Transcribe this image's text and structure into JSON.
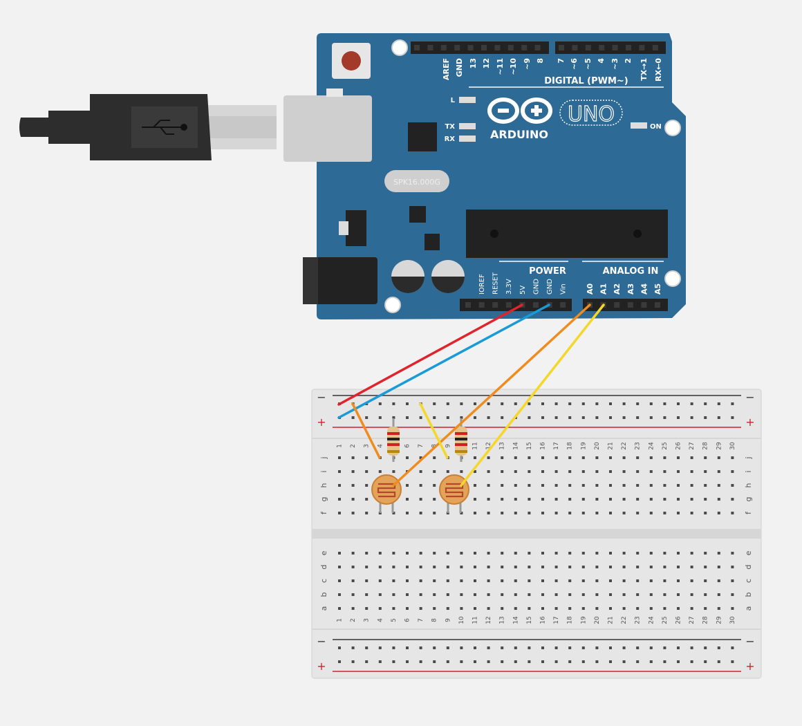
{
  "board": {
    "brand": "ARDUINO",
    "model": "UNO",
    "digital_label": "DIGITAL (PWM~)",
    "power_label": "POWER",
    "analog_label": "ANALOG IN",
    "on_label": "ON",
    "led_l": "L",
    "led_tx": "TX",
    "led_rx": "RX",
    "crystal_label": "SPK16.000G",
    "digital_pins": [
      "AREF",
      "GND",
      "13",
      "12",
      "~11",
      "~10",
      "~9",
      "8",
      "7",
      "~6",
      "~5",
      "4",
      "~3",
      "2",
      "TX→1",
      "RX←0"
    ],
    "power_pins": [
      "IOREF",
      "RESET",
      "3.3V",
      "5V",
      "GND",
      "GND",
      "Vin"
    ],
    "analog_pins": [
      "A0",
      "A1",
      "A2",
      "A3",
      "A4",
      "A5"
    ]
  },
  "breadboard": {
    "minus": "−",
    "plus": "+",
    "top_rows": [
      "j",
      "i",
      "h",
      "g",
      "f"
    ],
    "bottom_rows": [
      "e",
      "d",
      "c",
      "b",
      "a"
    ],
    "columns": [
      "1",
      "2",
      "3",
      "4",
      "5",
      "6",
      "7",
      "8",
      "9",
      "10",
      "11",
      "12",
      "13",
      "14",
      "15",
      "16",
      "17",
      "18",
      "19",
      "20",
      "21",
      "22",
      "23",
      "24",
      "25",
      "26",
      "27",
      "28",
      "29",
      "30"
    ]
  },
  "colors": {
    "board": "#2d6a96",
    "wire_5v": "#e0242d",
    "wire_gnd": "#1a9ad6",
    "wire_a0": "#f08c1e",
    "wire_a1": "#f5d72a",
    "plus_rail": "#c8242b"
  }
}
